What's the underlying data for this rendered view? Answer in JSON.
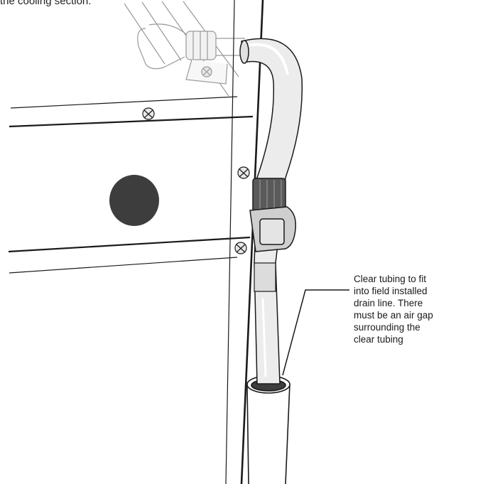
{
  "top_caption": "the cooling section.",
  "callout": {
    "lines": [
      "Clear tubing to fit",
      "into field installed",
      "drain line. There",
      "must be an air gap",
      "surrounding the",
      "clear tubing"
    ]
  },
  "colors": {
    "line": "#1a1a1a",
    "ghost_line": "#9a9a9a",
    "hole_fill": "#3d3d3d",
    "tube_fill": "#ececec",
    "clip_fill": "#cfcfcf",
    "coupling_fill": "#5a5a5a"
  }
}
